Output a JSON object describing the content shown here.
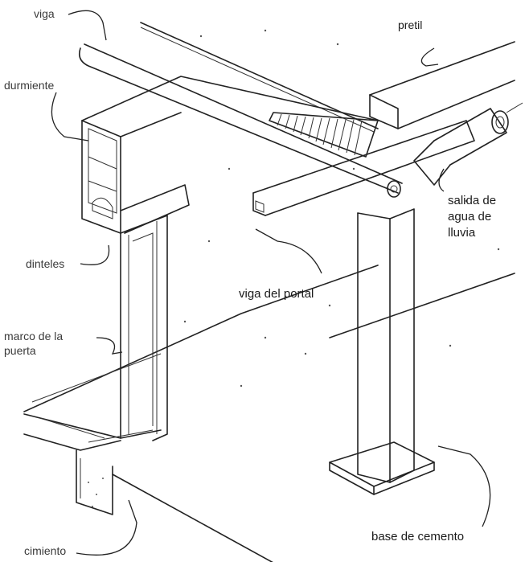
{
  "labels": {
    "viga": "viga",
    "durmiente": "durmiente",
    "dinteles": "dinteles",
    "marco_line1": "marco de la",
    "marco_line2": "puerta",
    "cimiento": "cimiento",
    "pretil": "pretil",
    "salida_line1": "salida de",
    "salida_line2": "agua de",
    "salida_line3": "lluvia",
    "viga_portal": "viga del portal",
    "base": "base de cemento"
  },
  "colors": {
    "ink": "#222222",
    "paper": "#ffffff"
  }
}
